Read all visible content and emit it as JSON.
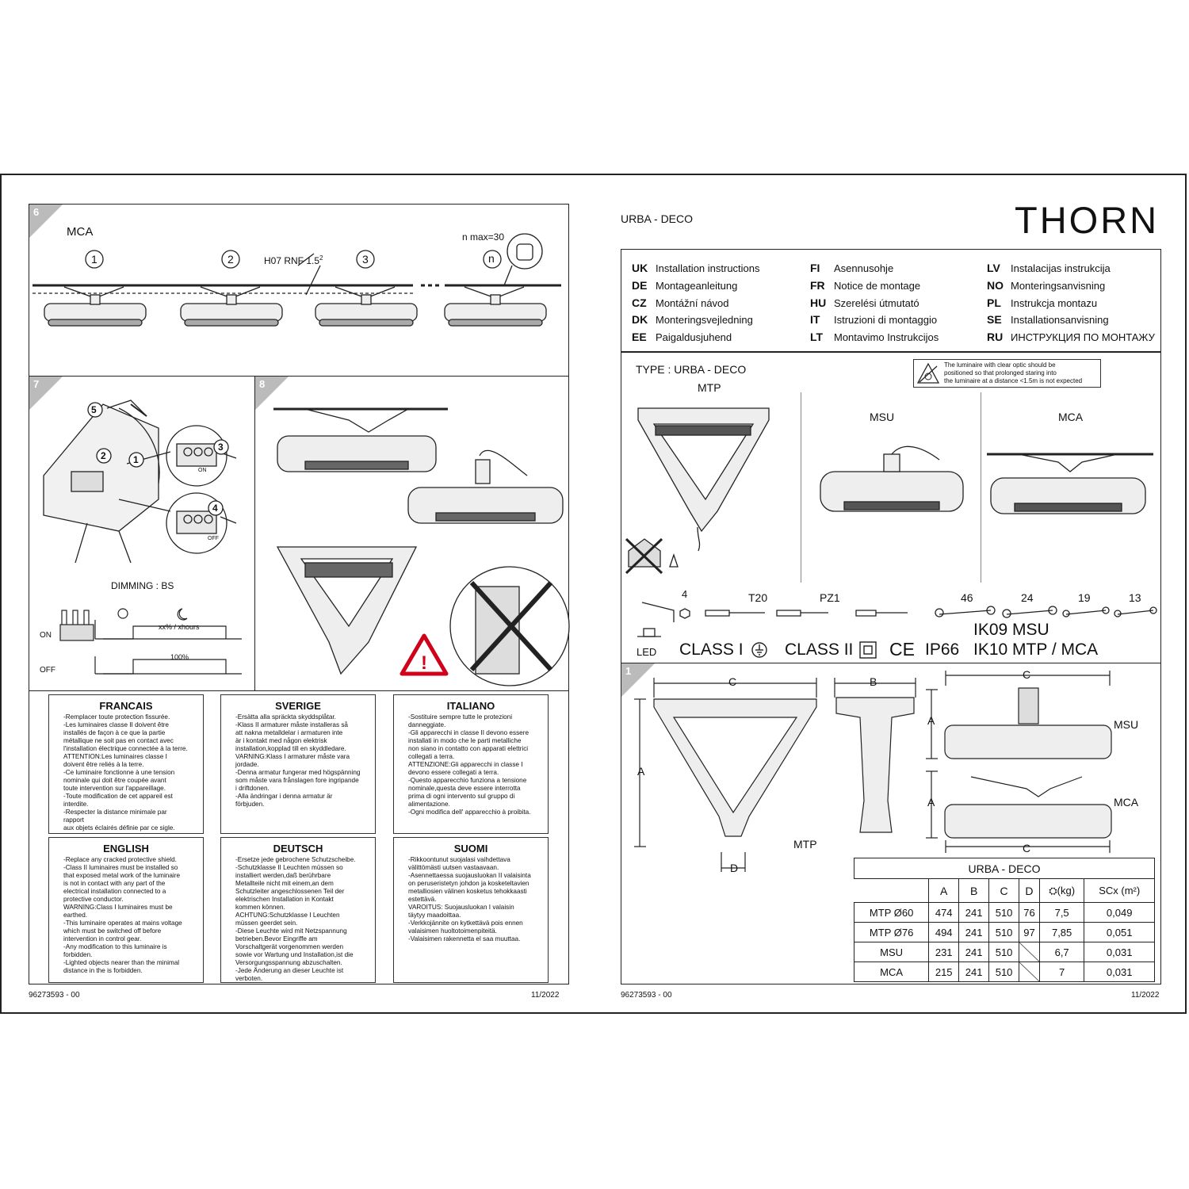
{
  "document": {
    "doc_number": "96273593 - 00",
    "date": "11/2022"
  },
  "brand": {
    "logo_text": "THORN",
    "product_title": "URBA - DECO"
  },
  "languages": [
    {
      "code": "UK",
      "label": "Installation instructions"
    },
    {
      "code": "DE",
      "label": "Montageanleitung"
    },
    {
      "code": "CZ",
      "label": "Montážní návod"
    },
    {
      "code": "DK",
      "label": "Monteringsvejledning"
    },
    {
      "code": "EE",
      "label": "Paigaldusjuhend"
    },
    {
      "code": "FI",
      "label": "Asennusohje"
    },
    {
      "code": "FR",
      "label": "Notice de montage"
    },
    {
      "code": "HU",
      "label": "Szerelési útmutató"
    },
    {
      "code": "IT",
      "label": "Istruzioni di montaggio"
    },
    {
      "code": "LT",
      "label": "Montavimo Instrukcijos"
    },
    {
      "code": "LV",
      "label": "Instalacijas instrukcija"
    },
    {
      "code": "NO",
      "label": "Monteringsanvisning"
    },
    {
      "code": "PL",
      "label": "Instrukcja montazu"
    },
    {
      "code": "SE",
      "label": "Installationsanvisning"
    },
    {
      "code": "RU",
      "label": "ИНСТРУКЦИЯ ПО МОНТАЖУ"
    }
  ],
  "types_panel": {
    "type_label": "TYPE : URBA - DECO",
    "variants": [
      "MTP",
      "MSU",
      "MCA"
    ],
    "warning": "The luminaire with clear optic should be\npositioned so that prolonged staring into\nthe luminaire at a distance <1.5m is not expected",
    "tools": {
      "hex_key": "4",
      "t20": "T20",
      "pz1": "PZ1",
      "wrenches": [
        "46",
        "24",
        "19",
        "13"
      ]
    },
    "led_label": "LED",
    "class1": "CLASS I",
    "class2": "CLASS II",
    "ce": "CE",
    "ip": "IP66",
    "ik1": "IK09 MSU",
    "ik2": "IK10 MTP / MCA"
  },
  "step1": {
    "number": "1",
    "dim_labels": {
      "a": "A",
      "b": "B",
      "c": "C",
      "d": "D"
    },
    "labels": {
      "mtp": "MTP",
      "msu": "MSU",
      "mca": "MCA"
    }
  },
  "dims_table": {
    "title": "URBA - DECO",
    "headers": [
      "",
      "A",
      "B",
      "C",
      "D",
      "(kg)",
      "SCx (m²)"
    ],
    "rows": [
      [
        "MTP Ø60",
        "474",
        "241",
        "510",
        "76",
        "7,5",
        "0,049"
      ],
      [
        "MTP Ø76",
        "494",
        "241",
        "510",
        "97",
        "7,85",
        "0,051"
      ],
      [
        "MSU",
        "231",
        "241",
        "510",
        "",
        "6,7",
        "0,031"
      ],
      [
        "MCA",
        "215",
        "241",
        "510",
        "",
        "7",
        "0,031"
      ]
    ]
  },
  "step6": {
    "number": "6",
    "title": "MCA",
    "positions": [
      "1",
      "2",
      "3",
      "n"
    ],
    "cable": "H07 RNF 1.5",
    "cable_exp": "2",
    "nmax": "n max=30"
  },
  "step7": {
    "number": "7",
    "callouts": [
      "5",
      "2",
      "1",
      "3",
      "4"
    ],
    "dimming": "DIMMING : BS",
    "on": "ON",
    "off": "OFF",
    "on_small": "ON",
    "off_small": "OFF",
    "timing": "xx% / xhours",
    "full": "100%"
  },
  "step8": {
    "number": "8"
  },
  "notes": [
    {
      "title": "FRANCAIS",
      "lines": [
        "-Remplacer toute protection fissurée.",
        "-Les luminaires classe II doivent être\n installés de façon à ce que la partie\n métallique ne soit pas en contact avec\n l'installation électrique connectée à la terre.",
        "",
        "ATTENTION:Les luminaires classe I\ndoivent être reliés à la terre.",
        "-Ce luminaire fonctionne à une tension\n nominale qui doit être coupée avant\n toute intervention sur l'appareillage.",
        "-Toute modification de cet appareil est interdite.",
        "-Respecter la distance minimale par rapport\n aux objets éclairés définie par ce sigle."
      ]
    },
    {
      "title": "SVERIGE",
      "lines": [
        "-Ersätta alla spräckta skyddsplåtar.",
        "-Klass II armaturer måste installeras så\n att nakna metalldelar i armaturen inte\n är i kontakt med någon elektrisk\n installation,kopplad till en skyddledare.",
        "",
        "VARNING:Klass I armaturer måste vara\njordade.",
        "-Denna armatur fungerar med högspänning\n som måste vara frånslagen fore ingripande\n i driftdonen.",
        "-Alla ändringar i denna armatur är förbjuden."
      ]
    },
    {
      "title": "ITALIANO",
      "lines": [
        "-Sostituire sempre tutte le protezioni\n danneggiate.",
        "-Gli apparecchi in classe II devono essere\n installati in modo che le parti metalliche\n non siano in contatto con apparati elettrici\n collegati a terra.",
        "ATTENZIONE:Gli apparecchi in classe I\ndevono essere collegati a terra.",
        "-Questo apparecchio funziona a tensione\n nominale,questa deve essere interrotta\n prima di ogni intervento sul gruppo di\n alimentazione.",
        "-Ogni modifica dell' apparecchio à proibita."
      ]
    },
    {
      "title": "ENGLISH",
      "lines": [
        "-Replace any cracked protective shield.",
        "-Class II luminaires must be installed so\n that exposed metal work of the luminaire\n is not in contact with any part of the\n electrical installation connected to a\n protective conductor.",
        "WARNING:Class I luminaires must be\n earthed.",
        "-This luminaire operates at mains voltage\n which must be switched off before\n intervention in control gear.",
        "-Any modification to this luminaire is forbidden.",
        "-Lighted objects nearer than the minimal\n distance in the is forbidden."
      ]
    },
    {
      "title": "DEUTSCH",
      "lines": [
        "-Ersetze jede gebrochene Schutzscheibe.",
        "-Schutzklasse II Leuchten müssen so\n installiert werden,daß berührbare\n Metallteile nicht mit einem,an dem\n Schutzleiter angeschlossenen Teil der\n elektrischen Installation in Kontakt\n kommen können.",
        "ACHTUNG:Schutzklasse I Leuchten\nmüssen geerdet sein.",
        "-Diese Leuchte wird mit Netzspannung\n betrieben.Bevor Eingriffe am\n Vorschaltgerät vorgenommen werden\n sowie vor Wartung und Installation,ist die\n Versorgungsspannung abzuschalten.",
        "-Jede Änderung an dieser Leuchte ist verboten."
      ]
    },
    {
      "title": "SUOMI",
      "lines": [
        "-Rikkoontunut suojalasi vaihdettava\n välittömästi uutsen vastaavaan.",
        "-Asennettaessa suojausluokan II valaisinta\n on peruseristetyn johdon ja kosketeltavien\n metalliosien välinen kosketus tehokkaasti\n estettävä.",
        "VAROITUS: Suojausluokan I valaisin\ntäytyy maadoittaa.",
        "-Verkkojännite on kytkettävä pois ennen\n valaisimen huoltotoimenpiteitä.",
        "-Valaisimen rakennetta el saa muuttaa."
      ]
    }
  ]
}
